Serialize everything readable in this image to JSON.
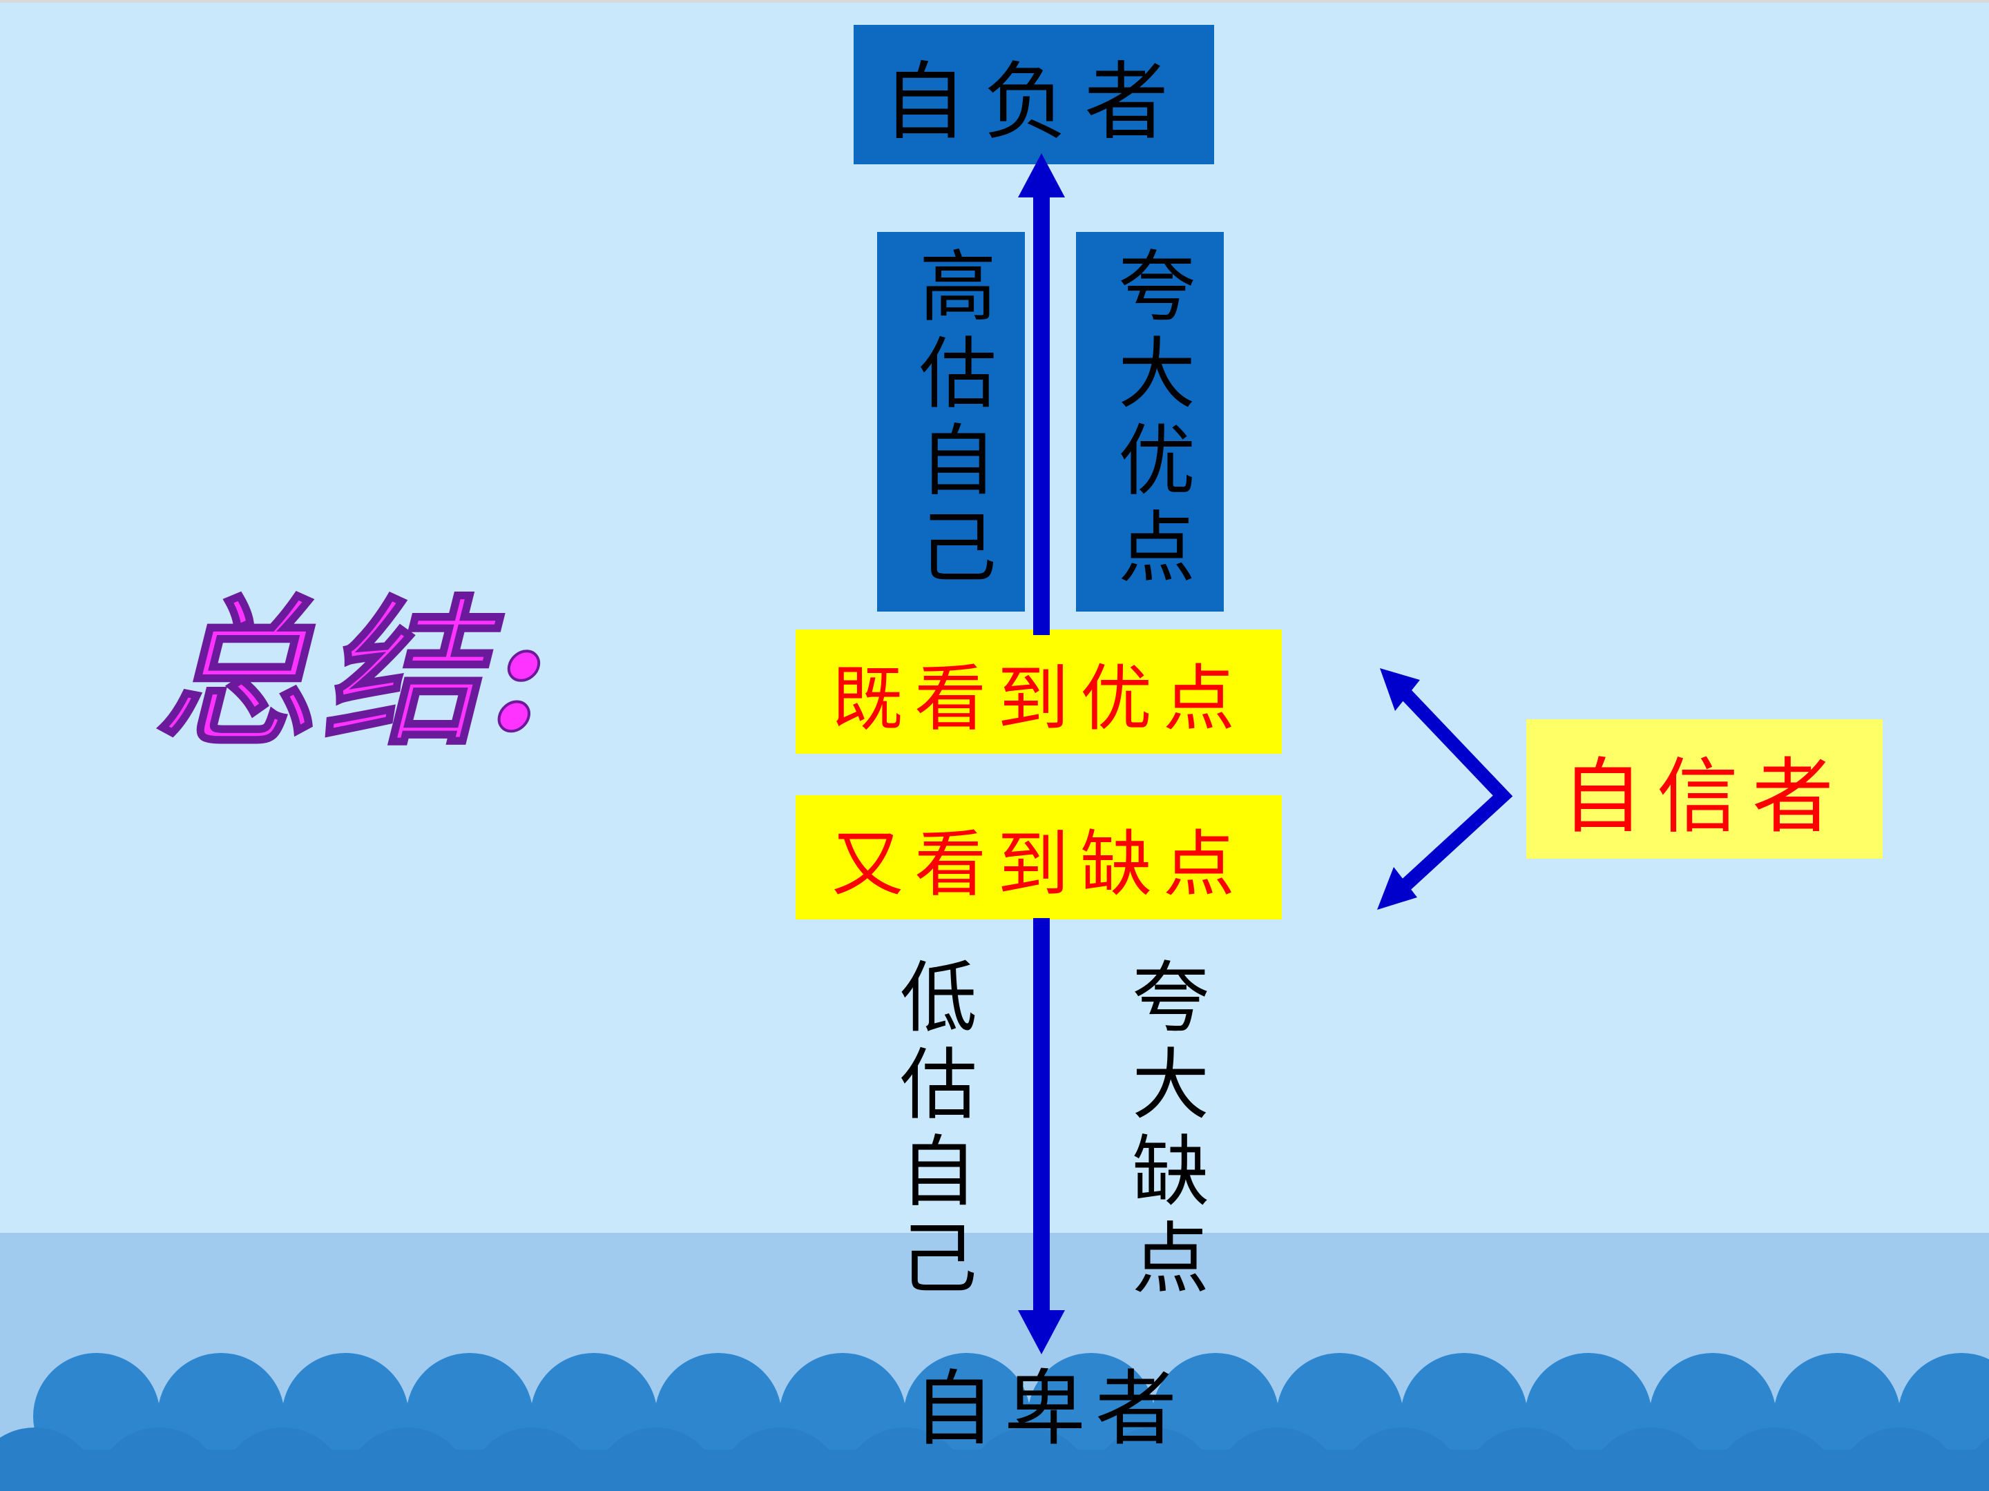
{
  "title": "总结:",
  "top_box": "自负者",
  "upper_left_label": "高估自己",
  "upper_right_label": "夸大优点",
  "middle_box_1": "既看到优点",
  "middle_box_2": "又看到缺点",
  "right_box": "自信者",
  "lower_left_label": "低估自己",
  "lower_right_label": "夸大缺点",
  "bottom_label": "自卑者",
  "colors": {
    "background": "#c9e8fb",
    "box_blue": "#0e6ac0",
    "box_yellow": "#ffff00",
    "right_box_yellow": "#ffff66",
    "arrow": "#0000cc",
    "middle_text": "#ff0000",
    "title": "#ff33ff"
  }
}
